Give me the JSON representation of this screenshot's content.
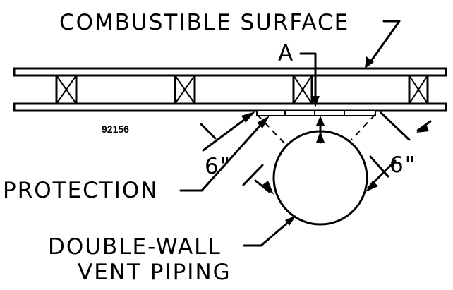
{
  "labels": {
    "combustible_surface": "COMBUSTIBLE SURFACE",
    "point_a": "A",
    "drawing_number": "92156",
    "clearance_left": "6\"",
    "clearance_right": "6\"",
    "protection": "PROTECTION",
    "vent_line1": "DOUBLE-WALL",
    "vent_line2": "VENT PIPING"
  }
}
